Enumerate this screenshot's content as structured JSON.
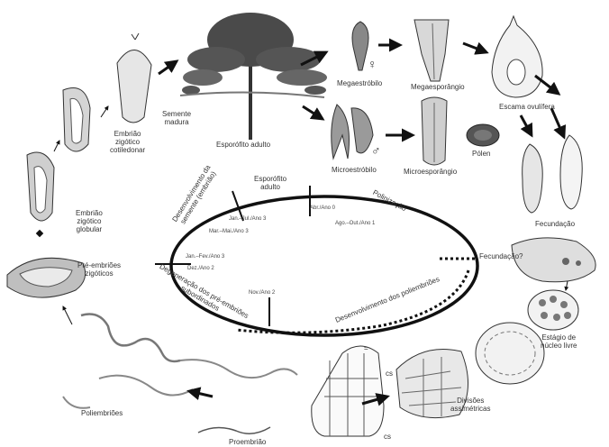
{
  "labels": {
    "semente_madura": "Semente\nmadura",
    "esporofito_adulto": "Esporófito adulto",
    "megaestrobilo": "Megaestróbilo",
    "megaesporangio": "Megaesporângio",
    "escama_ovulifera": "Escama ovulífera",
    "microestrobilo": "Microestróbilo",
    "microsporangio": "Microesporângio",
    "polen": "Pólen",
    "fecundacao": "Fecundação",
    "estagio_nucleo_livre": "Estágio de\nnúcleo livre",
    "divisoes_assimetricas": "Divisões\nassimétricas",
    "proembriao": "Proembrião",
    "poliembrioes": "Poliembriões",
    "pre_embrioes_zigoticos": "Pré-embriões\nzigóticos",
    "embriao_globular": "Embrião\nzigótico\nglobular",
    "embriao_cotiledonar": "Embrião\nzigótico\ncotiledonar",
    "female_symbol": "♀",
    "male_symbol": "♂",
    "cs": "cs",
    "cs2": "cs",
    "eq": "="
  },
  "cycle": {
    "esporofito_adulto": "Esporófito\nadulto",
    "polinizacao": "Polinização",
    "fecundacao_q": "Fecundação?",
    "desenvolvimento_semente": "Desenvolvimento da\nsemente (embrião)",
    "desenvolvimento_poliembrioes": "Desenvolvimento dos poliembriões",
    "degeneracao": "Degeneração dos pré-embriões\nsubordinados",
    "ago_out_ano1": "Ago.–Out./Ano 1",
    "abr_ano0": "Abr./Ano 0",
    "jan_jul_ano3": "Jan.–Jul./Ano 3",
    "mar_mai_ano3": "Mar.–Mai./Ano 3",
    "jan_fev_ano3": "Jan.–Fev./Ano 3",
    "dez_ano2": "Dez./Ano 2",
    "nov_ano2": "Nov./Ano 2"
  },
  "colors": {
    "stroke": "#1a1a1a",
    "tree": "#3a3a3a",
    "organ_fill": "#bdbdbd"
  }
}
